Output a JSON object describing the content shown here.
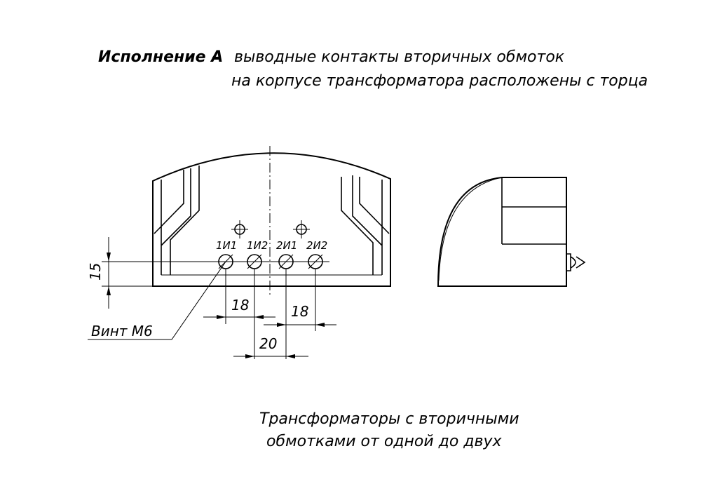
{
  "header": {
    "bold_part": "Исполнение А",
    "dash": "–",
    "line1_rest": "выводные контакты вторичных обмоток",
    "line2": "на корпусе трансформатора расположены с торца"
  },
  "drawing": {
    "terminals": [
      "1И1",
      "1И2",
      "2И1",
      "2И2"
    ],
    "dimensions": {
      "height": "15",
      "spacing_left": "18",
      "spacing_right": "18",
      "spacing_middle": "20"
    },
    "leader_label": "Винт М6"
  },
  "footer": {
    "line1": "Трансформаторы с вторичными",
    "line2": "обмотками от одной до двух"
  }
}
